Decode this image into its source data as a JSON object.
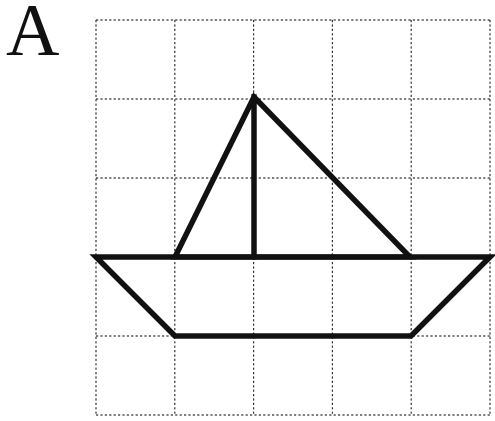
{
  "panel": {
    "label": "A"
  },
  "grid": {
    "columns": 5,
    "rows": 5,
    "line_style": "dotted",
    "line_color": "#333333"
  },
  "figure": {
    "subject": "sailboat",
    "stroke_color": "#111111"
  }
}
